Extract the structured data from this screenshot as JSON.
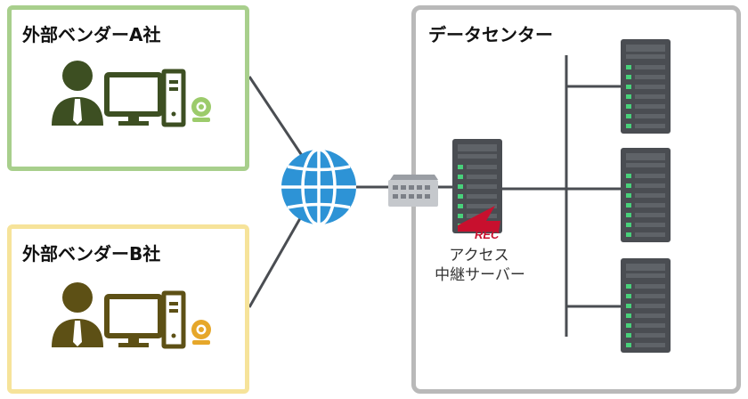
{
  "vendor_a": {
    "title": "外部ベンダーA社"
  },
  "vendor_b": {
    "title": "外部ベンダーB社"
  },
  "datacenter": {
    "title": "データセンター"
  },
  "relay_server": {
    "label_line1": "アクセス",
    "label_line2": "中継サーバー",
    "badge": "REC"
  },
  "colors": {
    "vendor_a_border": "#a8cf8c",
    "vendor_a_icon": "#3d4f22",
    "vendor_a_cam": "#9ccb6b",
    "vendor_b_border": "#f6e39a",
    "vendor_b_icon": "#5d5015",
    "vendor_b_cam": "#e6a72a",
    "datacenter_border": "#b9b9b9",
    "globe": "#2d93d6",
    "server": "#4a4d52",
    "led": "#48d07a",
    "rec": "#c8102e"
  },
  "icons": [
    "person-icon",
    "monitor-icon",
    "pc-tower-icon",
    "webcam-icon",
    "globe-icon",
    "network-switch-icon",
    "server-icon"
  ]
}
